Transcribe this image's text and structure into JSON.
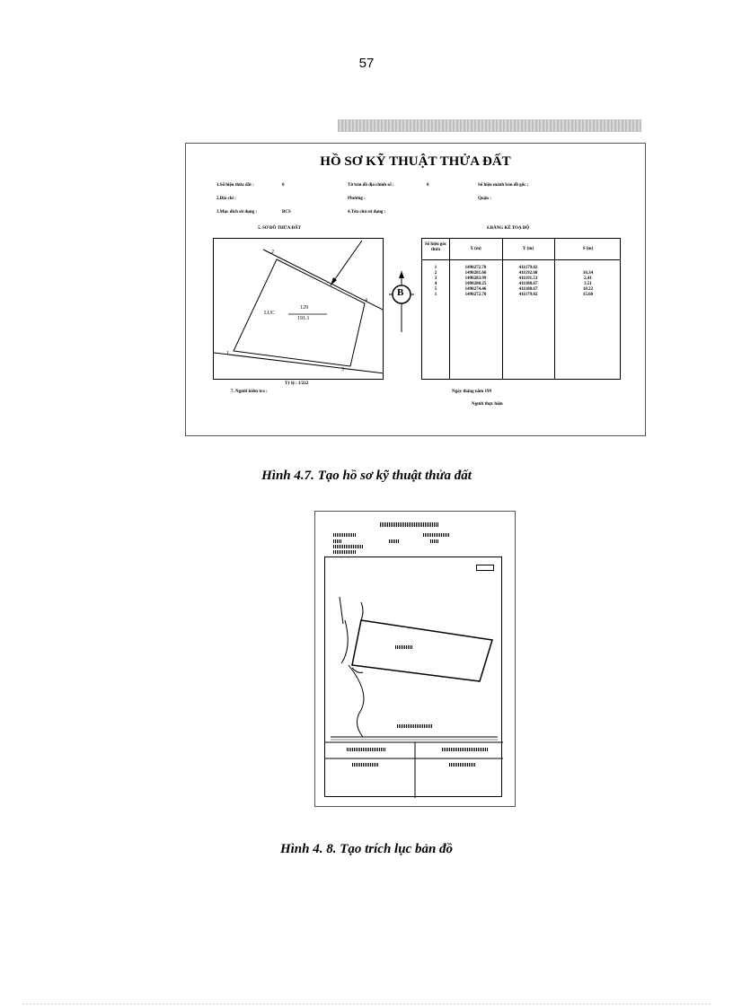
{
  "page": {
    "number": "57"
  },
  "figure1": {
    "title": "HỒ SƠ KỸ THUẬT THỬA ĐẤT",
    "fields": {
      "parcel_no": "1.Số hiệu thửa đất :",
      "parcel_val": "0",
      "map_sheet": "Tờ bản đồ địa chính số :",
      "map_sheet_val": "0",
      "sheet_code": "Số hiệu mảnh bản đồ gốc :",
      "address": "2.Địa chỉ :",
      "ward": "Phường :",
      "district": "Quận :",
      "purpose": "3.Mục đích sử dụng :",
      "purpose_val": "ВСЅ",
      "owner": "4.Tên chủ sử dụng :"
    },
    "plot_heading": "5. SƠ ĐỒ THỬA ĐẤT",
    "table_heading": "6.BẢNG KÊ TOẠ ĐỘ",
    "plot": {
      "label_prefix": "LUC",
      "numerator": "129",
      "denominator": "191.1",
      "vertex_labels": [
        "1",
        "2",
        "3",
        "4"
      ],
      "compass_letter": "B"
    },
    "scale": "Tỷ lệ : 1/222",
    "inspector": "7. Người kiểm tra :",
    "table": {
      "headers": [
        "Số hiệu góc thửa",
        "X (m)",
        "Y (m)",
        "S (m)"
      ],
      "rows": [
        [
          "1",
          "1490272.70",
          "411179.02",
          ""
        ],
        [
          "2",
          "1490281.66",
          "411192.68",
          "16.34"
        ],
        [
          "3",
          "1490283.99",
          "411191.53",
          "2.41"
        ],
        [
          "4",
          "1490280.25",
          "411188.67",
          "3.51"
        ],
        [
          "5",
          "1490274.46",
          "411180.67",
          "10.22"
        ],
        [
          "1",
          "1490272.70",
          "411179.02",
          "15.60"
        ]
      ]
    },
    "date_line": "Ngày      tháng      năm 199",
    "signer": "Người thực hiện"
  },
  "caption1": "Hình 4.7. Tạo hồ sơ kỹ thuật thửa đất",
  "caption2": "Hình 4. 8. Tạo trích lục bản đồ",
  "colors": {
    "frame": "#555555",
    "ink": "#000000",
    "header_bar": "#c8c8c8"
  }
}
